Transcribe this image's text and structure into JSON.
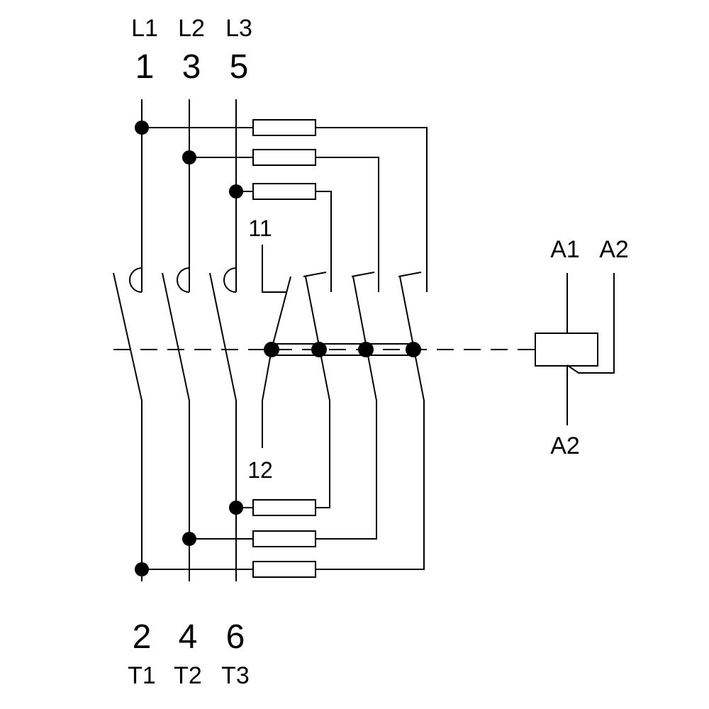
{
  "supply": {
    "phase_labels": [
      "L1",
      "L2",
      "L3"
    ],
    "terminal_numbers": [
      "1",
      "3",
      "5"
    ]
  },
  "load": {
    "terminal_numbers": [
      "2",
      "4",
      "6"
    ],
    "phase_labels": [
      "T1",
      "T2",
      "T3"
    ]
  },
  "aux_contact": {
    "top_label": "11",
    "bottom_label": "12"
  },
  "coil": {
    "top_labels": [
      "A1",
      "A2"
    ],
    "bottom_label": "A2"
  }
}
